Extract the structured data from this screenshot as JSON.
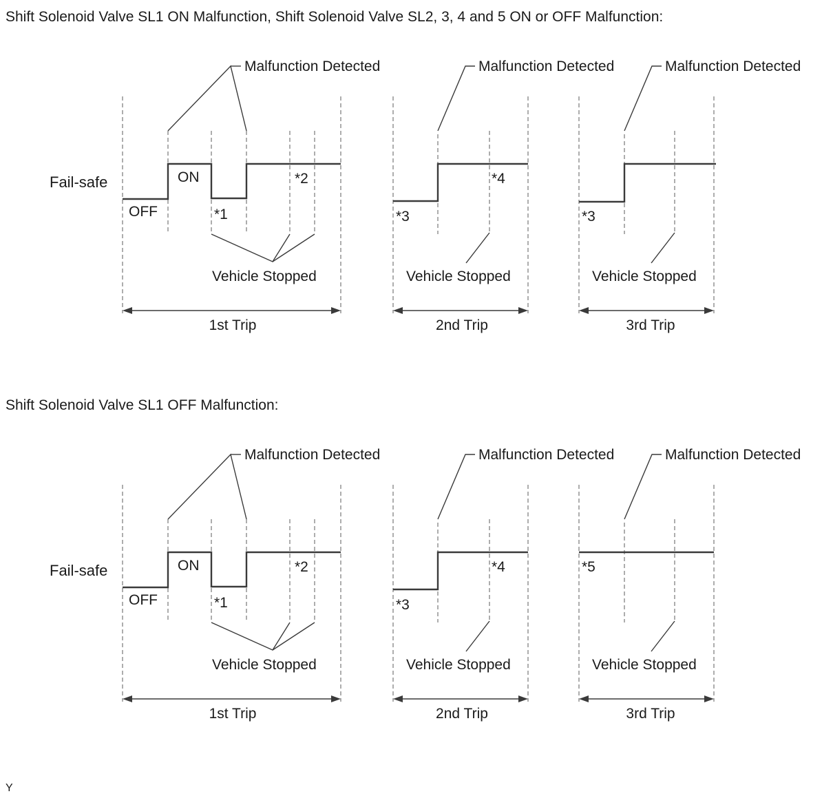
{
  "sections": [
    {
      "title": "Shift Solenoid Valve SL1 ON Malfunction, Shift Solenoid Valve SL2, 3, 4 and 5 ON or OFF Malfunction:",
      "signal_label": "Fail-safe",
      "states": {
        "off": "OFF",
        "on": "ON"
      },
      "markers": {
        "m1": "*1",
        "m2": "*2",
        "m3_trip2": "*3",
        "m4": "*4",
        "m_trip3": "*3"
      },
      "malfunction_labels": [
        "Malfunction Detected",
        "Malfunction Detected",
        "Malfunction Detected"
      ],
      "vehicle_stopped_labels": [
        "Vehicle Stopped",
        "Vehicle Stopped",
        "Vehicle Stopped"
      ],
      "trips": [
        "1st Trip",
        "2nd Trip",
        "3rd Trip"
      ],
      "trip3_failsafe_changes": true
    },
    {
      "title": "Shift Solenoid Valve SL1 OFF Malfunction:",
      "signal_label": "Fail-safe",
      "states": {
        "off": "OFF",
        "on": "ON"
      },
      "markers": {
        "m1": "*1",
        "m2": "*2",
        "m3_trip2": "*3",
        "m4": "*4",
        "m_trip3": "*5"
      },
      "malfunction_labels": [
        "Malfunction Detected",
        "Malfunction Detected",
        "Malfunction Detected"
      ],
      "vehicle_stopped_labels": [
        "Vehicle Stopped",
        "Vehicle Stopped",
        "Vehicle Stopped"
      ],
      "trips": [
        "1st Trip",
        "2nd Trip",
        "3rd Trip"
      ],
      "trip3_failsafe_changes": false
    }
  ],
  "footer_code": "Y"
}
